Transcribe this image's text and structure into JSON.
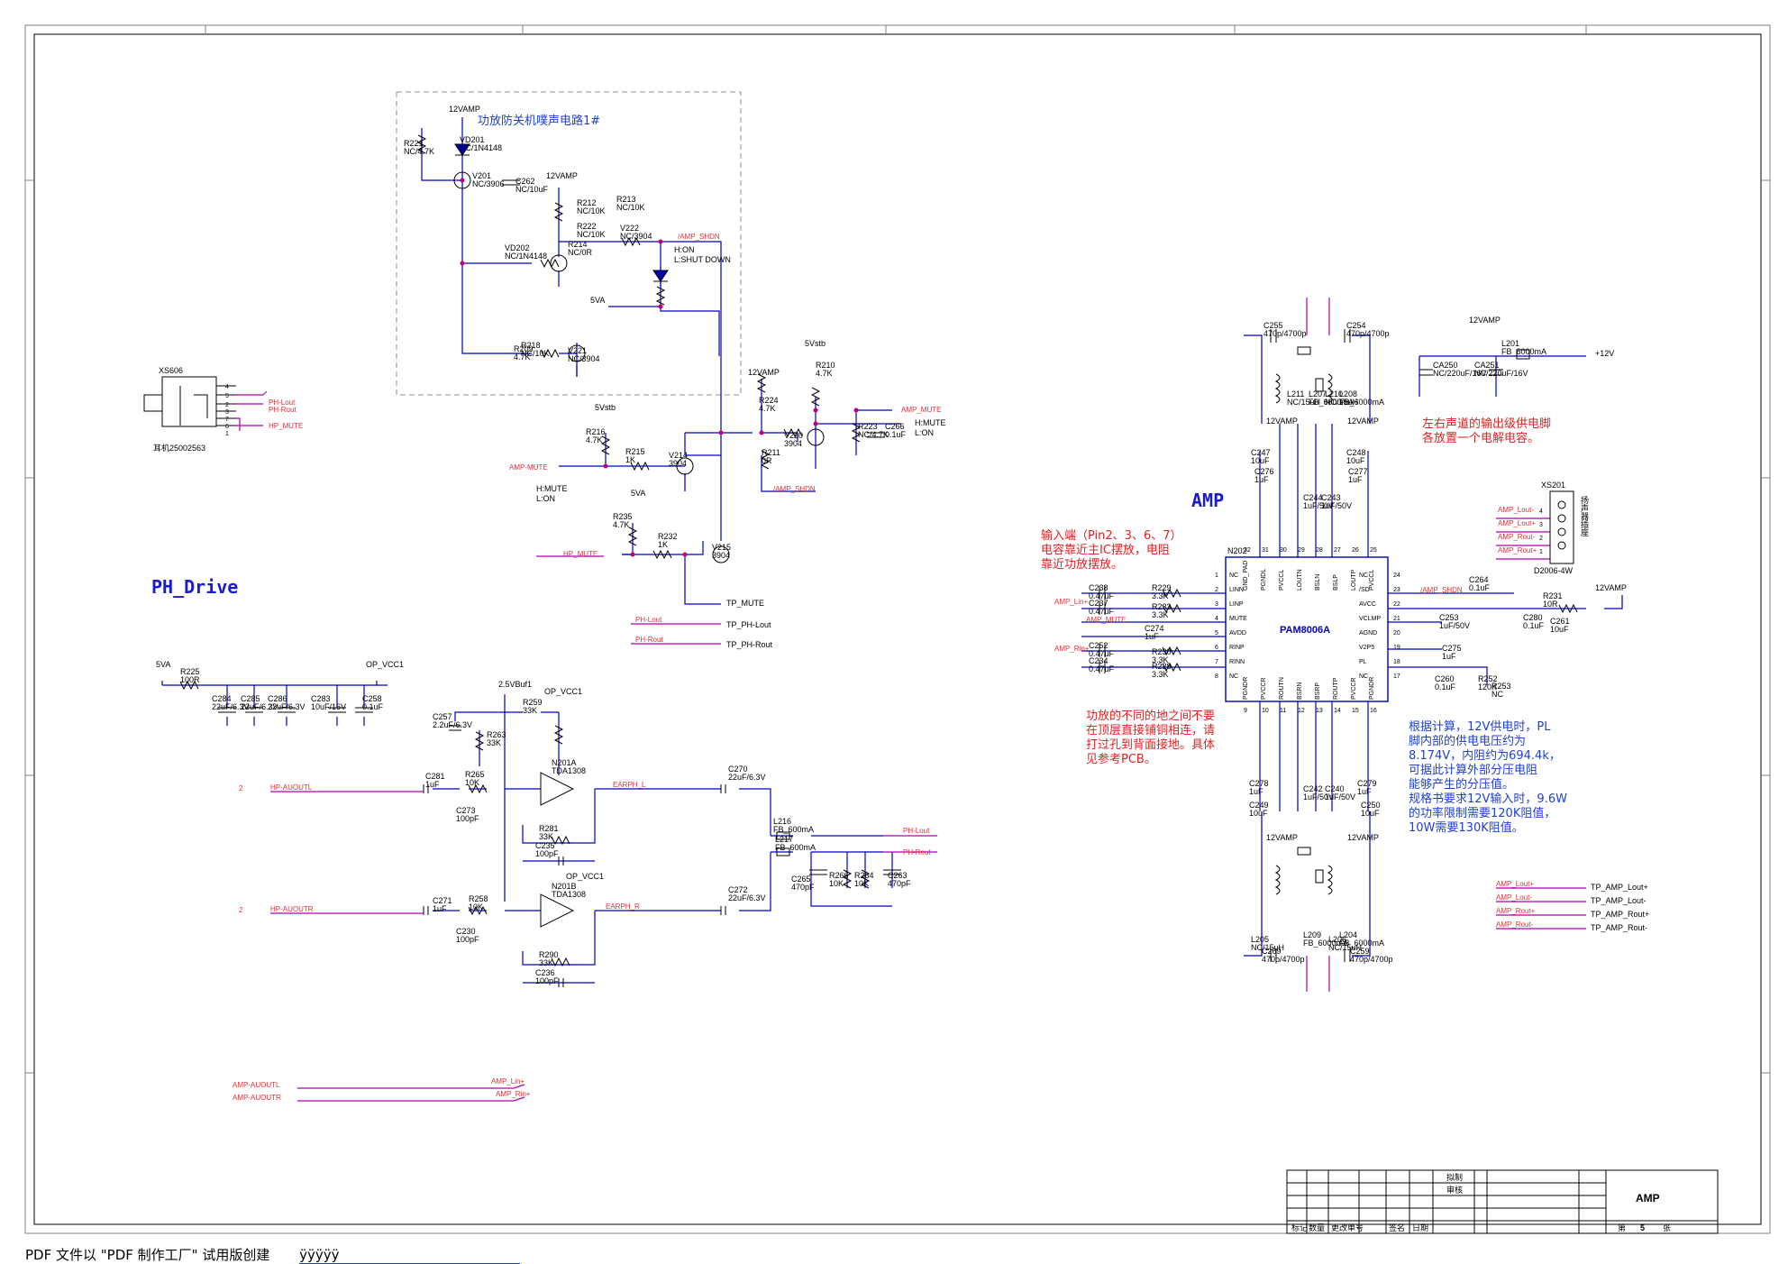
{
  "sheet": {
    "title": "AMP",
    "page_prefix": "第",
    "page_number": "5",
    "page_suffix": "张",
    "table_labels": [
      "标记",
      "数量",
      "更改单号",
      "签名",
      "日期"
    ],
    "role_labels": [
      "拟制",
      "审核"
    ]
  },
  "footer": {
    "text": "PDF 文件以 \"PDF 制作工厂\" 试用版创建",
    "link": "ÿÿÿÿÿ"
  },
  "sections": {
    "ph_drive": "PH_Drive",
    "amp": "AMP",
    "popnoise_title": "功放防关机噗声电路1#"
  },
  "notes": {
    "input_note": [
      "输入端（Pin2、3、6、7）",
      "电容靠近主IC摆放，电阻",
      "靠近功放摆放。"
    ],
    "ground_note": [
      "功放的不同的地之间不要",
      "在顶层直接铺铜相连，请",
      "打过孔到背面接地。具体",
      "见参考PCB。"
    ],
    "bulk_note": [
      "左右声道的输出级供电脚",
      "各放置一个电解电容。"
    ],
    "calc_note": [
      "根据计算，12V供电时，PL",
      "脚内部的供电电压约为",
      "8.174V，内阻约为694.4k，",
      "可据此计算外部分压电阻",
      "能够产生的分压值。",
      "规格书要求12V输入时，9.6W",
      "的功率限制需要120K阻值，",
      "10W需要130K阻值。"
    ]
  },
  "mute_states": {
    "a": [
      "H:MUTE",
      "L:ON"
    ],
    "b": [
      "H:MUTE",
      "L:ON"
    ],
    "shdn": [
      "H:ON",
      "L:SHUT DOWN"
    ]
  },
  "ic": {
    "name": "PAM8006A",
    "ref": "N202",
    "left_pins": [
      [
        "1",
        "NC"
      ],
      [
        "2",
        "LINN"
      ],
      [
        "3",
        "LINP"
      ],
      [
        "4",
        "MUTE"
      ],
      [
        "5",
        "AVDD"
      ],
      [
        "6",
        "RINP"
      ],
      [
        "7",
        "RINN"
      ],
      [
        "8",
        "NC"
      ]
    ],
    "right_pins": [
      [
        "24",
        "NC"
      ],
      [
        "23",
        "/SD"
      ],
      [
        "22",
        "AVCC"
      ],
      [
        "21",
        "VCLMP"
      ],
      [
        "20",
        "AGND"
      ],
      [
        "19",
        "V2P5"
      ],
      [
        "18",
        "PL"
      ],
      [
        "17",
        "NC"
      ]
    ],
    "top_pins": [
      [
        "32",
        "GND_PAD"
      ],
      [
        "31",
        "PGNDL"
      ],
      [
        "30",
        "PVCCL"
      ],
      [
        "29",
        "LOUTN"
      ],
      [
        "28",
        "BSLN"
      ],
      [
        "27",
        "BSLP"
      ],
      [
        "26",
        "LOUTP"
      ],
      [
        "25",
        "PVCCL"
      ]
    ],
    "bottom_pins": [
      [
        "9",
        "PGNDR"
      ],
      [
        "10",
        "PVCCR"
      ],
      [
        "11",
        "ROUTN"
      ],
      [
        "12",
        "BSRN"
      ],
      [
        "13",
        "BSRP"
      ],
      [
        "14",
        "ROUTP"
      ],
      [
        "15",
        "PVCCR"
      ],
      [
        "16",
        "PGNDR"
      ]
    ]
  },
  "connectors": {
    "xs606": {
      "ref": "XS606",
      "part": "耳机25002563",
      "signals": [
        "PH-Lout",
        "PH-Rout",
        "HP_MUTE"
      ],
      "pins": [
        "4",
        "5",
        "2",
        "3",
        "7",
        "6",
        "1"
      ]
    },
    "xs201": {
      "ref": "XS201",
      "part": "D2006-4W",
      "side": "扬声器插座",
      "signals": [
        "AMP_Lout-",
        "AMP_Lout+",
        "AMP_Rout-",
        "AMP_Rout+"
      ],
      "pins": [
        "4",
        "3",
        "2",
        "1"
      ]
    }
  },
  "labels": {
    "v12amp": "12VAMP",
    "v5vstb": "5Vstb",
    "v5va": "5VA",
    "v25buf": "2.5VBuf1",
    "opvcc": "OP_VCC1",
    "v12": "+12V",
    "amp_shdn": "/AMP_SHDN",
    "amp_shdn2": "/AMP_SHDN",
    "amp_mute": "AMP_MUTE",
    "amp_mute_in": "AMP-MUTE",
    "hp_mute": "HP_MUTE",
    "amp_mute_ic": "AMP_MUTE",
    "amp_lin": "AMP_Lin+",
    "amp_rin": "AMP_Rin+",
    "earph_l": "EARPH_L",
    "earph_r": "EARPH_R",
    "hp_auoutl": "HP-AUOUTL",
    "hp_auoutr": "HP-AUOUTR",
    "amp_auoutl": "AMP-AUOUTL",
    "amp_auoutr": "AMP-AUOUTR",
    "amp_lin2": "AMP_Lin+",
    "amp_rin2": "AMP_Rin+",
    "ph_lout": "PH-Lout",
    "ph_rout": "PH-Rout",
    "tp_mute": "TP_MUTE",
    "tp_phlout": "TP_PH-Lout",
    "tp_phrout": "TP_PH-Rout",
    "tp_lp": "TP_AMP_Lout+",
    "tp_ln": "TP_AMP_Lout-",
    "tp_rp": "TP_AMP_Rout+",
    "tp_rn": "TP_AMP_Rout-",
    "amp_lp": "AMP_Lout+",
    "amp_ln": "AMP_Lout-",
    "amp_rp": "AMP_Rout+",
    "amp_rn": "AMP_Rout-",
    "opamp_a": "N201A",
    "opamp_b": "N201B",
    "opamp_part": "TDA1308",
    "opamp_part2": "TDA1308",
    "num2": "2"
  },
  "components": [
    [
      "R221",
      "NC/4.7K"
    ],
    [
      "VD201",
      "NC/1N4148"
    ],
    [
      "V201",
      "NC/3906"
    ],
    [
      "C262",
      "NC/10uF"
    ],
    [
      "R212",
      "NC/10K"
    ],
    [
      "R213",
      "NC/10K"
    ],
    [
      "R222",
      "NC/10K"
    ],
    [
      "V222",
      "NC/3904"
    ],
    [
      "VD202",
      "NC/1N4148"
    ],
    [
      "R214",
      "NC/0R"
    ],
    [
      "R218",
      "NC/10K"
    ],
    [
      "V221",
      "NC/3904"
    ],
    [
      "R209",
      "4.7K"
    ],
    [
      "R210",
      "4.7K"
    ],
    [
      "R224",
      "4.7K"
    ],
    [
      "V220",
      "3904"
    ],
    [
      "R211",
      "0R"
    ],
    [
      "R223",
      "NC/4.7K"
    ],
    [
      "C266",
      "0.1uF"
    ],
    [
      "R216",
      "4.7K"
    ],
    [
      "R215",
      "1K"
    ],
    [
      "V214",
      "3904"
    ],
    [
      "R235",
      "4.7K"
    ],
    [
      "R232",
      "1K"
    ],
    [
      "V215",
      "3904"
    ],
    [
      "R225",
      "100R"
    ],
    [
      "C284",
      "22uF/6.3V"
    ],
    [
      "C285",
      "22uF/6.3V"
    ],
    [
      "C286",
      "22uF/6.3V"
    ],
    [
      "C283",
      "10uF/16V"
    ],
    [
      "C258",
      "0.1uF"
    ],
    [
      "R259",
      "33K"
    ],
    [
      "C257",
      "2.2uF/6.3V"
    ],
    [
      "R263",
      "33K"
    ],
    [
      "C281",
      "1uF"
    ],
    [
      "R265",
      "10K"
    ],
    [
      "C273",
      "100pF"
    ],
    [
      "R281",
      "33K"
    ],
    [
      "C235",
      "100pF"
    ],
    [
      "C270",
      "22uF/6.3V"
    ],
    [
      "L216",
      "FB_600mA"
    ],
    [
      "L217",
      "FB_600mA"
    ],
    [
      "C265",
      "470pF"
    ],
    [
      "R266",
      "10K"
    ],
    [
      "R264",
      "10K"
    ],
    [
      "C263",
      "470pF"
    ],
    [
      "C271",
      "1uF"
    ],
    [
      "R258",
      "10K"
    ],
    [
      "C230",
      "100pF"
    ],
    [
      "C272",
      "22uF/6.3V"
    ],
    [
      "R290",
      "33K"
    ],
    [
      "C236",
      "100pF"
    ],
    [
      "C255",
      "470p/4700p"
    ],
    [
      "C254",
      "470p/4700p"
    ],
    [
      "L211",
      "NC/15uH"
    ],
    [
      "L207",
      "FB_6000mA"
    ],
    [
      "L210",
      "NC/15uH"
    ],
    [
      "L208",
      "FB_6000mA"
    ],
    [
      "C247",
      "10uF"
    ],
    [
      "C276",
      "1uF"
    ],
    [
      "C244",
      "1uF/50V"
    ],
    [
      "C243",
      "1uF/50V"
    ],
    [
      "C248",
      "10uF"
    ],
    [
      "C277",
      "1uF"
    ],
    [
      "C238",
      "0.47uF"
    ],
    [
      "R229",
      "3.3K"
    ],
    [
      "C237",
      "0.47uF"
    ],
    [
      "R233",
      "3.3K"
    ],
    [
      "C274",
      "1uF"
    ],
    [
      "C252",
      "0.47uF"
    ],
    [
      "R230",
      "3.3K"
    ],
    [
      "C234",
      "0.47uF"
    ],
    [
      "R228",
      "3.3K"
    ],
    [
      "C264",
      "0.1uF"
    ],
    [
      "R231",
      "10R"
    ],
    [
      "C253",
      "1uF/50V"
    ],
    [
      "C280",
      "0.1uF"
    ],
    [
      "C261",
      "10uF"
    ],
    [
      "C275",
      "1uF"
    ],
    [
      "C260",
      "0.1uF"
    ],
    [
      "R252",
      "120K"
    ],
    [
      "R253",
      "NC"
    ],
    [
      "CA250",
      "NC/220uF/16V"
    ],
    [
      "CA251",
      "NC/220uF/16V"
    ],
    [
      "L201",
      "FB_6000mA"
    ],
    [
      "C278",
      "1uF"
    ],
    [
      "C249",
      "10uF"
    ],
    [
      "C242",
      "1uF/50V"
    ],
    [
      "C240",
      "1uF/50V"
    ],
    [
      "C279",
      "1uF"
    ],
    [
      "C250",
      "10uF"
    ],
    [
      "L205",
      "NC/15uH"
    ],
    [
      "L209",
      "FB_6000mA"
    ],
    [
      "L206",
      "NC/15uH"
    ],
    [
      "L204",
      "FB_6000mA"
    ],
    [
      "C269",
      "470p/4700p"
    ],
    [
      "C259",
      "470p/4700p"
    ]
  ]
}
